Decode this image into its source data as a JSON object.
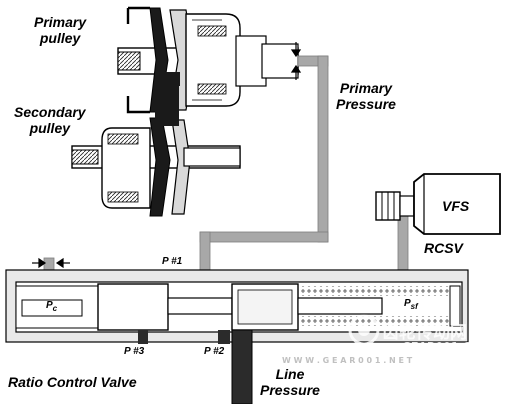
{
  "labels": {
    "primary_pulley": "Primary\npulley",
    "secondary_pulley": "Secondary\npulley",
    "primary_pressure": "Primary\nPressure",
    "vfs": "VFS",
    "rcsv": "RCSV",
    "p1": "P #1",
    "p2": "P #2",
    "p3": "P #3",
    "pc_main": "P",
    "pc_sub": "c",
    "psf_main": "P",
    "psf_sub": "sf",
    "ratio_control_valve": "Ratio Control Valve",
    "line_pressure": "Line\nPressure"
  },
  "watermark": {
    "text_cn": "齿轮传动网",
    "text_url": "GEAR001.COM",
    "text_www": "W W W . G E A R 0 0 1 . N E T"
  },
  "colors": {
    "hydraulic_gray": "#a8a8a8",
    "body_fill": "#e9e9e9",
    "metal_dark": "#1a1a1a",
    "line_pressure_fill": "#2b2b2b"
  }
}
